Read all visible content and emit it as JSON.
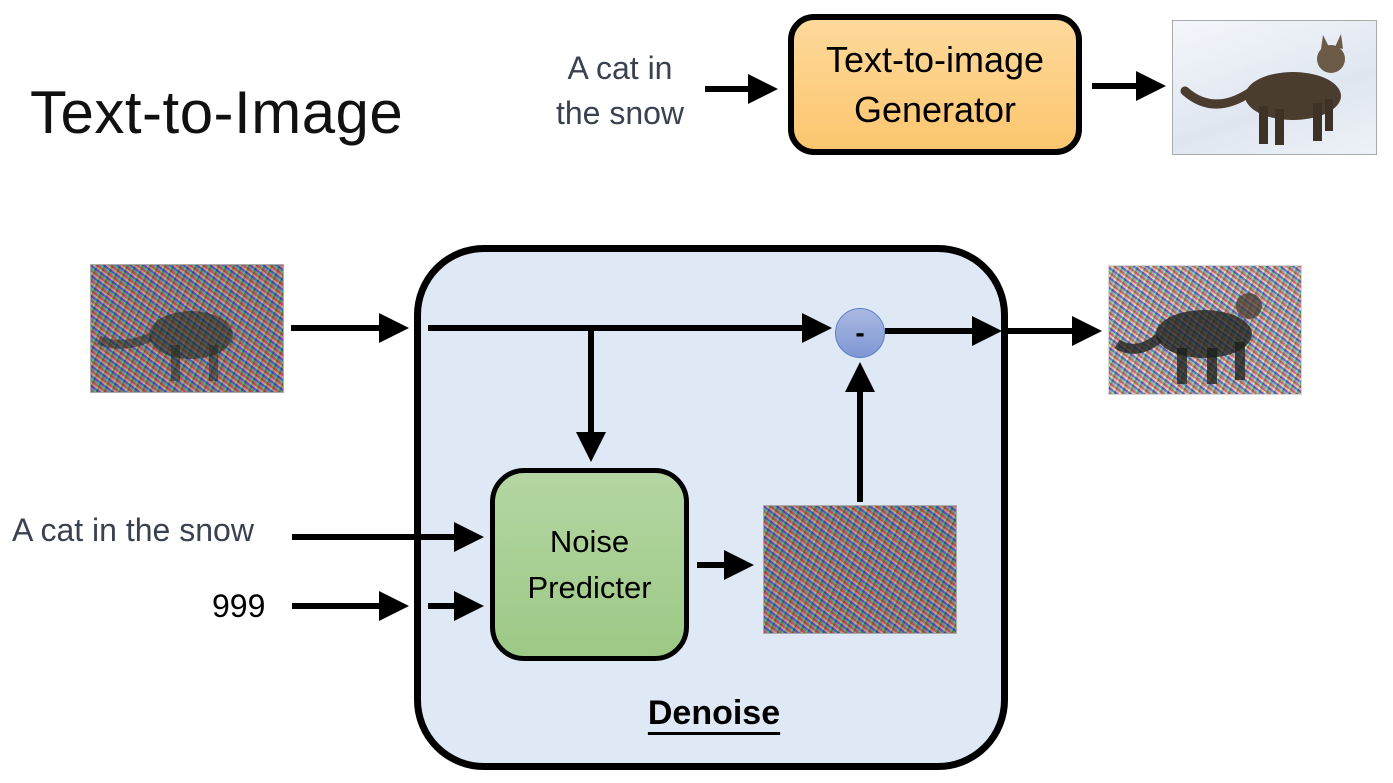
{
  "title": "Text-to-Image",
  "top_flow": {
    "input_text": "A cat in the snow",
    "input_lines": [
      "A cat in",
      "the snow"
    ],
    "generator_lines": [
      "Text-to-image",
      "Generator"
    ],
    "output_image": "cat-in-snow-photo"
  },
  "denoise_flow": {
    "input_image": "noisy-cat-image",
    "text_condition": "A cat in the snow",
    "step_number": "999",
    "noise_predicter_lines": [
      "Noise",
      "Predicter"
    ],
    "predicted_noise_image": "pure-noise-image",
    "subtract_symbol": "-",
    "block_label": "Denoise",
    "output_image": "less-noisy-cat-image"
  },
  "colors": {
    "generator_fill": "#fdd38a",
    "noise_predicter_fill": "#a9d18e",
    "denoise_fill": "#dfe9f6",
    "subtract_fill": "#8faadc",
    "caption_text": "#3a4150"
  }
}
